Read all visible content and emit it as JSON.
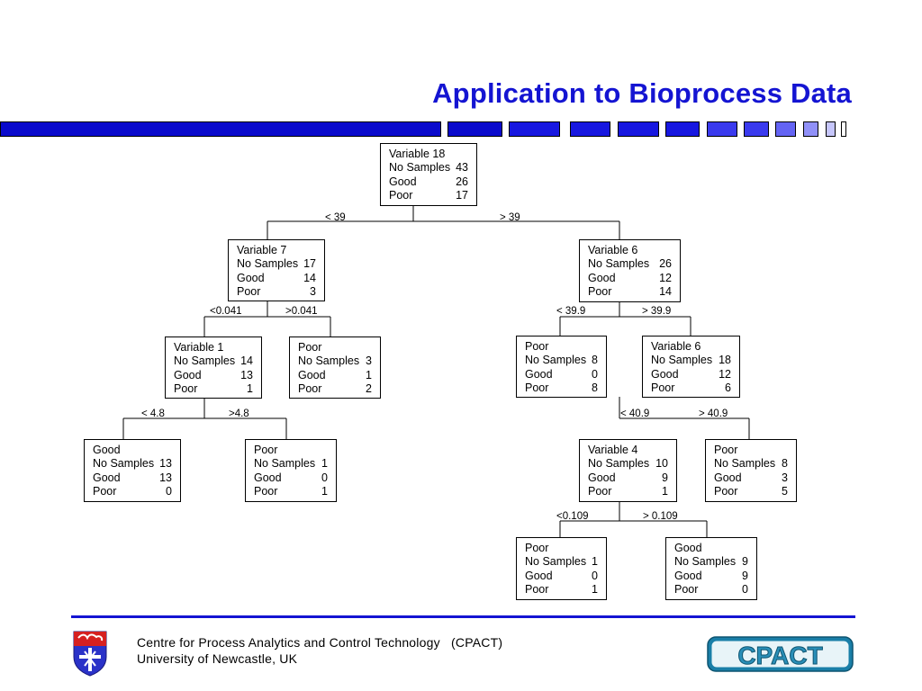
{
  "slide": {
    "title": "Application to Bioprocess Data",
    "accent_color": "#1414d2",
    "bar_colors": [
      "#0a0acc",
      "#1717e0",
      "#3a3aee",
      "#6464f4",
      "#9090f8",
      "#c6c6fb"
    ]
  },
  "tree": {
    "row_labels": {
      "samples": "No Samples",
      "good": "Good",
      "poor": "Poor"
    },
    "nodes": {
      "root": {
        "name": "Variable 18",
        "samples": "43",
        "good": "26",
        "poor": "17"
      },
      "n_l": {
        "name": "Variable 7",
        "samples": "17",
        "good": "14",
        "poor": "3"
      },
      "n_r": {
        "name": "Variable 6",
        "samples": "26",
        "good": "12",
        "poor": "14"
      },
      "n_ll": {
        "name": "Variable 1",
        "samples": "14",
        "good": "13",
        "poor": "1"
      },
      "n_lr": {
        "name": "Poor",
        "samples": "3",
        "good": "1",
        "poor": "2"
      },
      "n_rl": {
        "name": "Poor",
        "samples": "8",
        "good": "0",
        "poor": "8"
      },
      "n_rr": {
        "name": "Variable 6",
        "samples": "18",
        "good": "12",
        "poor": "6"
      },
      "n_lll": {
        "name": "Good",
        "samples": "13",
        "good": "13",
        "poor": "0"
      },
      "n_llr": {
        "name": "Poor",
        "samples": "1",
        "good": "0",
        "poor": "1"
      },
      "n_rrl": {
        "name": "Variable 4",
        "samples": "10",
        "good": "9",
        "poor": "1"
      },
      "n_rrr": {
        "name": "Poor",
        "samples": "8",
        "good": "3",
        "poor": "5"
      },
      "n_rrll": {
        "name": "Poor",
        "samples": "1",
        "good": "0",
        "poor": "1"
      },
      "n_rrlr": {
        "name": "Good",
        "samples": "9",
        "good": "9",
        "poor": "0"
      }
    },
    "splits": {
      "root": {
        "left": "< 39",
        "right": "> 39"
      },
      "n_l": {
        "left": "<0.041",
        "right": ">0.041"
      },
      "n_r": {
        "left": "< 39.9",
        "right": "> 39.9"
      },
      "n_ll": {
        "left": "< 4.8",
        "right": ">4.8"
      },
      "n_rr": {
        "left": "< 40.9",
        "right": "> 40.9"
      },
      "n_rrl": {
        "left": "<0.109",
        "right": "> 0.109"
      }
    }
  },
  "footer": {
    "line1": "Centre for Process Analytics and Control Technology   (CPACT)",
    "line2": "University of Newcastle, UK",
    "crest_icon": "university-crest-icon",
    "logo_text": "CPACT",
    "logo_colors": {
      "outer": "#1a7fa8",
      "text": "#2a8fb8"
    }
  }
}
